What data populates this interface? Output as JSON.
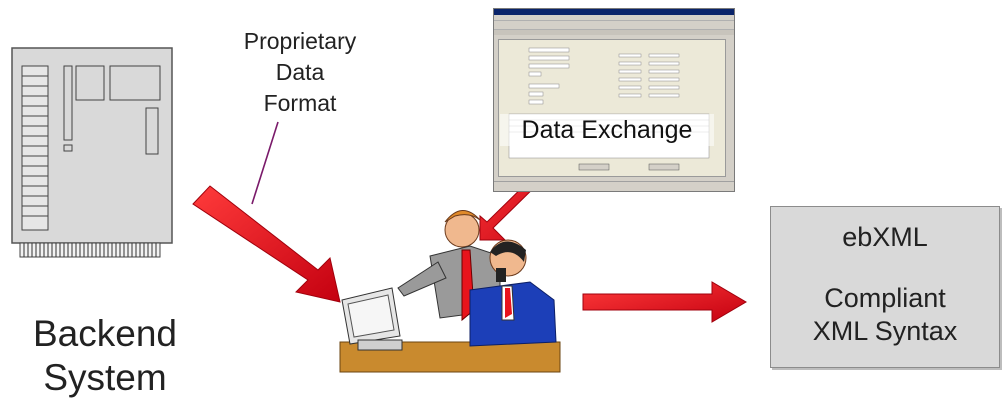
{
  "labels": {
    "backend_line1": "Backend",
    "backend_line2": "System",
    "proprietary_line1": "Proprietary",
    "proprietary_line2": "Data",
    "proprietary_line3": "Format",
    "data_exchange": "Data Exchange",
    "ebxml_title": "ebXML",
    "ebxml_line1": "Compliant",
    "ebxml_line2": "XML Syntax"
  },
  "colors": {
    "arrow": "#e8141c",
    "box": "#d9d9d9",
    "server": "#d9d9d9"
  },
  "icons": {
    "backend": "server-icon",
    "users": "people-at-computer-icon",
    "screen": "application-window-icon"
  }
}
